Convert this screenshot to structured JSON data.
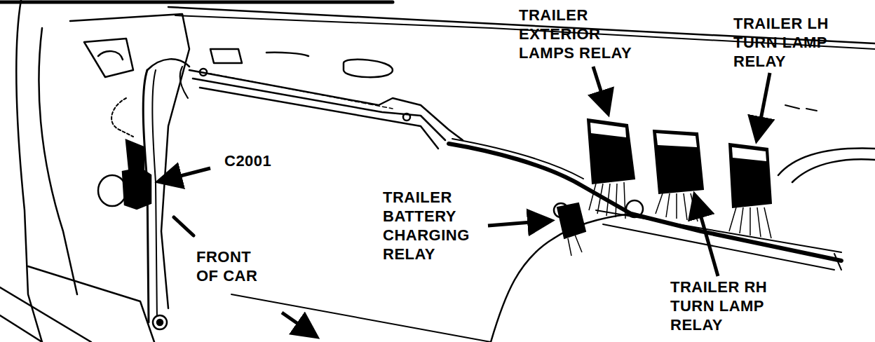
{
  "diagram": {
    "labels": [
      "TRAILER EXTERIOR LAMPS RELAY",
      "TRAILER LH TURN LAMP RELAY",
      "C2001",
      "TRAILER BATTERY CHARGING RELAY",
      "FRONT OF CAR",
      "TRAILER RH TURN LAMP RELAY"
    ]
  }
}
